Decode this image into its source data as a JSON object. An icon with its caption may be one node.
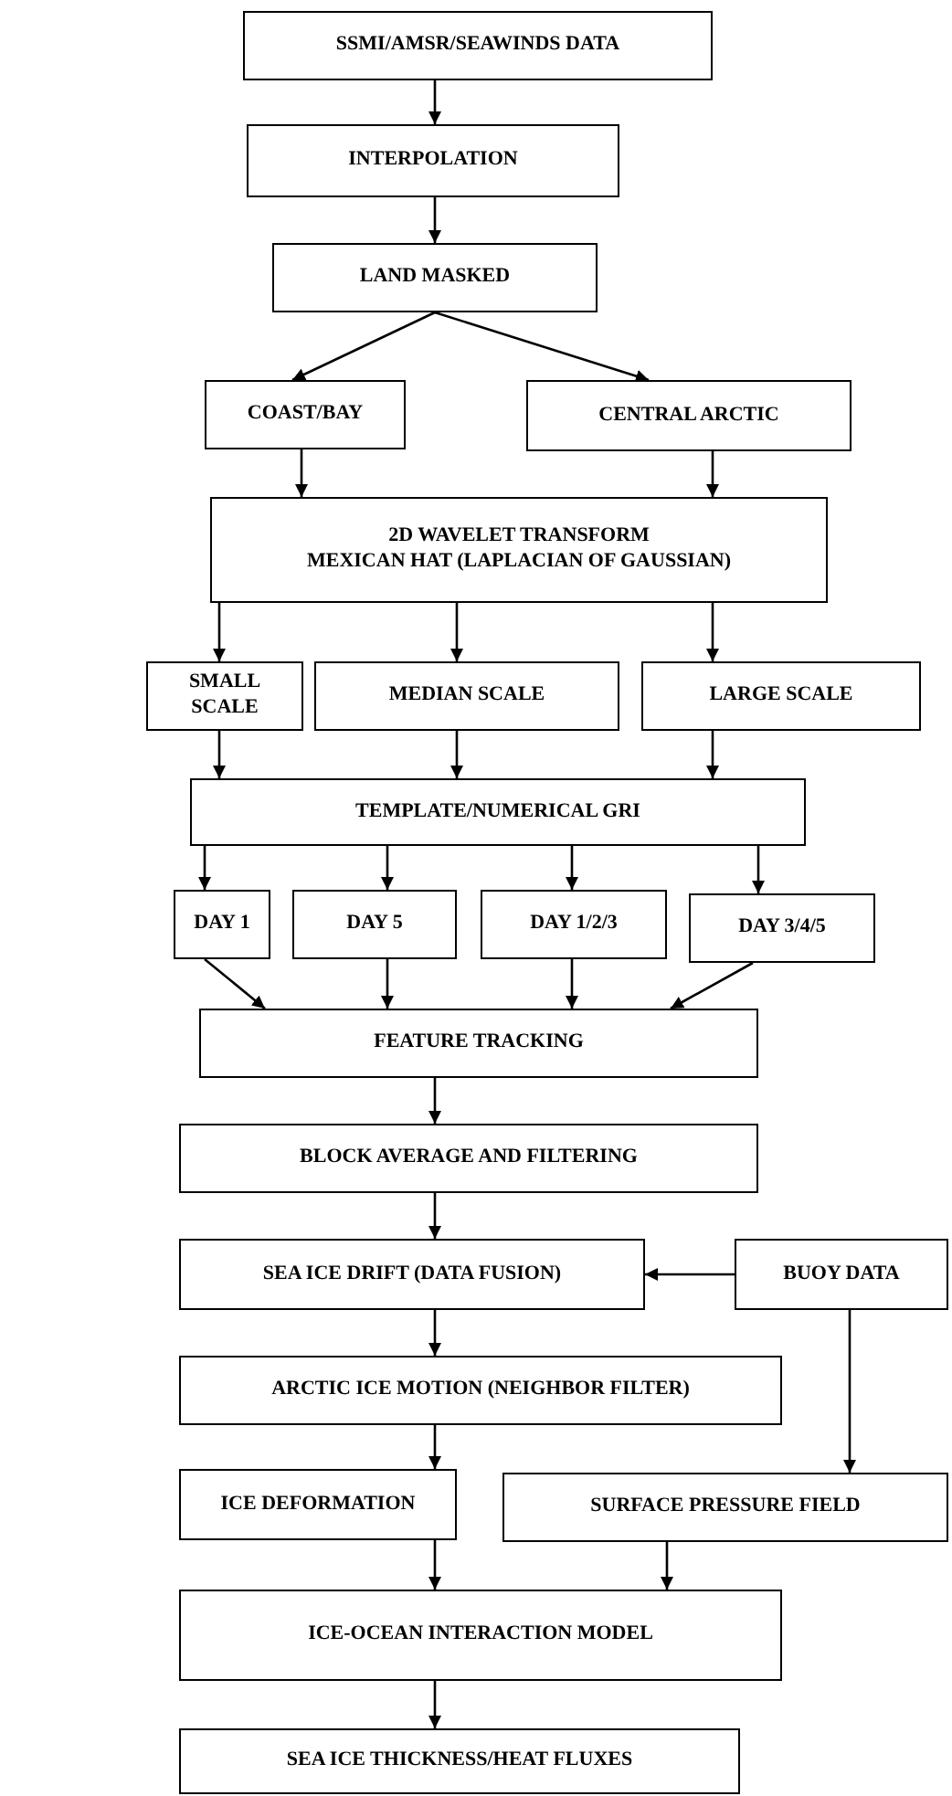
{
  "diagram": {
    "nodes": [
      {
        "text": [
          "SSMI/AMSR/SEAWINDS DATA"
        ]
      },
      {
        "text": [
          "INTERPOLATION"
        ]
      },
      {
        "text": [
          "LAND MASKED"
        ]
      },
      {
        "text": [
          "COAST/BAY"
        ]
      },
      {
        "text": [
          "CENTRAL ARCTIC"
        ]
      },
      {
        "text": [
          "2D WAVELET TRANSFORM",
          "MEXICAN HAT (LAPLACIAN OF GAUSSIAN)"
        ]
      },
      {
        "text": [
          "SMALL SCALE"
        ]
      },
      {
        "text": [
          "MEDIAN SCALE"
        ]
      },
      {
        "text": [
          "LARGE SCALE"
        ]
      },
      {
        "text": [
          "TEMPLATE/NUMERICAL GRI"
        ]
      },
      {
        "text": [
          "DAY 1"
        ]
      },
      {
        "text": [
          "DAY 5"
        ]
      },
      {
        "text": [
          "DAY 1/2/3"
        ]
      },
      {
        "text": [
          "DAY 3/4/5"
        ]
      },
      {
        "text": [
          "FEATURE TRACKING"
        ]
      },
      {
        "text": [
          "BLOCK AVERAGE AND FILTERING"
        ]
      },
      {
        "text": [
          "SEA ICE DRIFT (DATA FUSION)"
        ]
      },
      {
        "text": [
          "BUOY DATA"
        ]
      },
      {
        "text": [
          "ARCTIC ICE MOTION (NEIGHBOR FILTER)"
        ]
      },
      {
        "text": [
          "ICE DEFORMATION"
        ]
      },
      {
        "text": [
          "SURFACE PRESSURE FIELD"
        ]
      },
      {
        "text": [
          "ICE-OCEAN INTERACTION MODEL"
        ]
      },
      {
        "text": [
          "SEA ICE THICKNESS/HEAT FLUXES"
        ]
      }
    ],
    "edges": [
      {
        "from": 0,
        "to": 1,
        "arrow": "to"
      },
      {
        "from": 1,
        "to": 2,
        "arrow": "to"
      },
      {
        "from": 2,
        "to": 3,
        "arrow": "to"
      },
      {
        "from": 2,
        "to": 4,
        "arrow": "to"
      },
      {
        "from": 3,
        "to": 5,
        "arrow": "to"
      },
      {
        "from": 4,
        "to": 5,
        "arrow": "to"
      },
      {
        "from": 5,
        "to": 6,
        "arrow": "to"
      },
      {
        "from": 5,
        "to": 7,
        "arrow": "to"
      },
      {
        "from": 5,
        "to": 8,
        "arrow": "to"
      },
      {
        "from": 6,
        "to": 9,
        "arrow": "to"
      },
      {
        "from": 7,
        "to": 9,
        "arrow": "to"
      },
      {
        "from": 8,
        "to": 9,
        "arrow": "to"
      },
      {
        "from": 9,
        "to": 10,
        "arrow": "to"
      },
      {
        "from": 9,
        "to": 11,
        "arrow": "to"
      },
      {
        "from": 9,
        "to": 12,
        "arrow": "to"
      },
      {
        "from": 9,
        "to": 13,
        "arrow": "to"
      },
      {
        "from": 10,
        "to": 14,
        "arrow": "to"
      },
      {
        "from": 11,
        "to": 14,
        "arrow": "to"
      },
      {
        "from": 12,
        "to": 14,
        "arrow": "to"
      },
      {
        "from": 13,
        "to": 14,
        "arrow": "to"
      },
      {
        "from": 14,
        "to": 15,
        "arrow": "to"
      },
      {
        "from": 15,
        "to": 16,
        "arrow": "to"
      },
      {
        "from": 17,
        "to": 16,
        "arrow": "to"
      },
      {
        "from": 16,
        "to": 18,
        "arrow": "to"
      },
      {
        "from": 18,
        "to": 19,
        "arrow": "to"
      },
      {
        "from": 17,
        "to": 20,
        "arrow": "to"
      },
      {
        "from": 19,
        "to": 21,
        "arrow": "to"
      },
      {
        "from": 20,
        "to": 21,
        "arrow": "to"
      },
      {
        "from": 21,
        "to": 22,
        "arrow": "to"
      }
    ]
  }
}
